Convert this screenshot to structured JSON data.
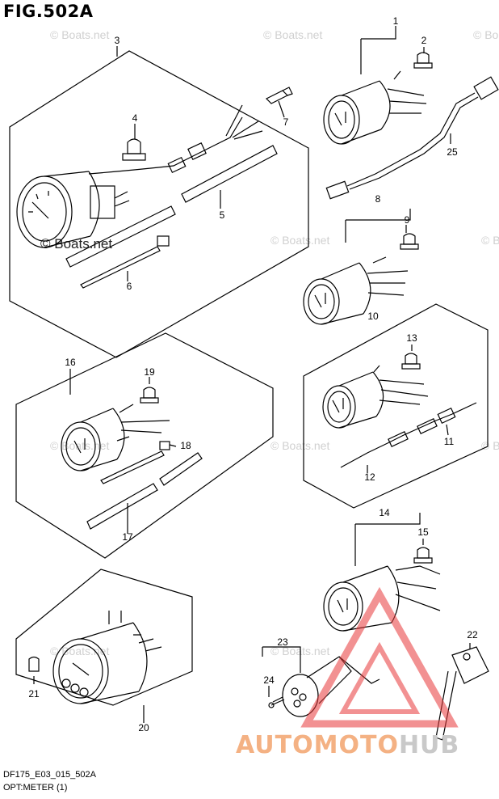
{
  "header": {
    "figure_title": "FIG.502A"
  },
  "footer": {
    "model_code": "DF175_E03_015_502A",
    "group_name": "OPT:METER (1)"
  },
  "watermark": {
    "text": "© Boats.net",
    "logo_part1": "AUTOMOTO",
    "logo_part2": "HUB",
    "logo_colors": {
      "primary": "#f4b183",
      "secondary": "#c9c9c9",
      "triangle": "#e8393a"
    }
  },
  "callouts": {
    "c1": "1",
    "c2": "2",
    "c3": "3",
    "c4": "4",
    "c5": "5",
    "c6": "6",
    "c7": "7",
    "c8": "8",
    "c9": "9",
    "c10": "10",
    "c11": "11",
    "c12": "12",
    "c13": "13",
    "c14": "14",
    "c15": "15",
    "c16": "16",
    "c17": "17",
    "c18": "18",
    "c19": "19",
    "c20": "20",
    "c21": "21",
    "c22": "22",
    "c23": "23",
    "c24": "24",
    "c25": "25"
  }
}
